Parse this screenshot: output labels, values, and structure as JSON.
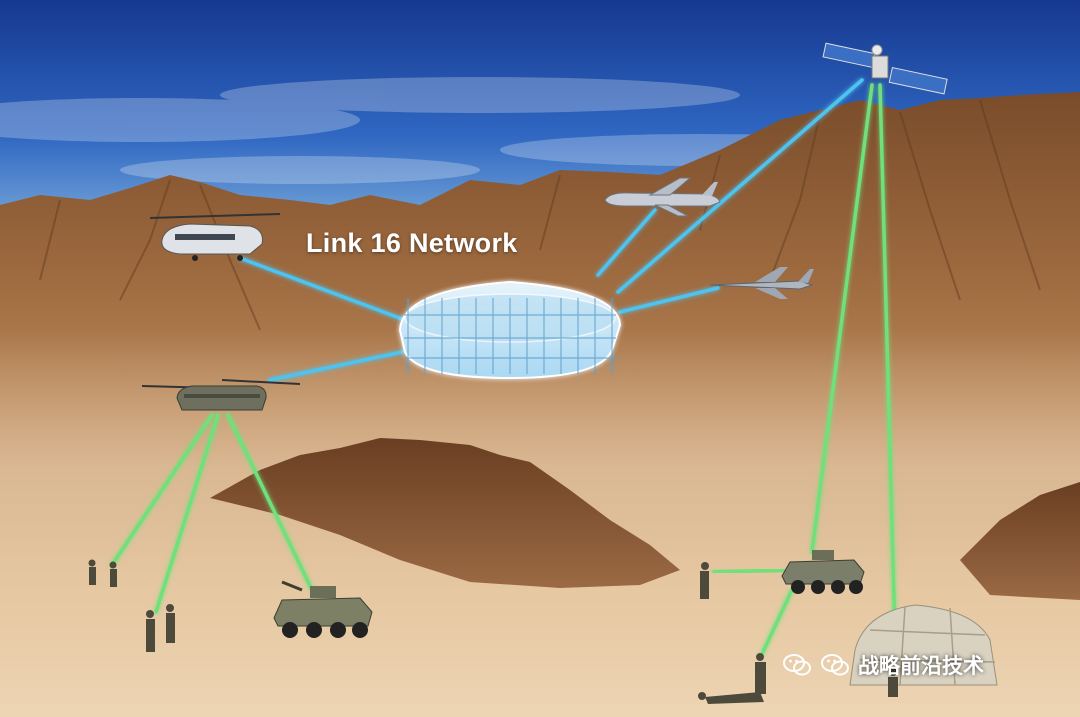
{
  "diagram": {
    "title": "Link 16 Network",
    "watermark": "战略前沿技术",
    "colors": {
      "sky_top": "#1b3f9c",
      "sky_bottom": "#9ec4e0",
      "mountain": "#8a5a33",
      "desert": "#e3c49d",
      "air_link": "#4ec3f0",
      "ground_link": "#6fe07a",
      "hub": "#cfe9f8"
    },
    "nodes": [
      {
        "id": "satellite",
        "kind": "satellite"
      },
      {
        "id": "maritime-patrol-aircraft",
        "kind": "aircraft"
      },
      {
        "id": "fighter-jet",
        "kind": "aircraft"
      },
      {
        "id": "helicopter-top",
        "kind": "helicopter"
      },
      {
        "id": "helicopter-chinook",
        "kind": "helicopter"
      },
      {
        "id": "armored-vehicle-left",
        "kind": "ground-vehicle"
      },
      {
        "id": "armored-vehicle-right",
        "kind": "ground-vehicle"
      },
      {
        "id": "command-tent",
        "kind": "shelter"
      },
      {
        "id": "soldiers-left",
        "kind": "infantry"
      },
      {
        "id": "soldiers-center",
        "kind": "infantry"
      },
      {
        "id": "soldier-right",
        "kind": "infantry"
      },
      {
        "id": "soldiers-bottom",
        "kind": "infantry"
      }
    ]
  }
}
